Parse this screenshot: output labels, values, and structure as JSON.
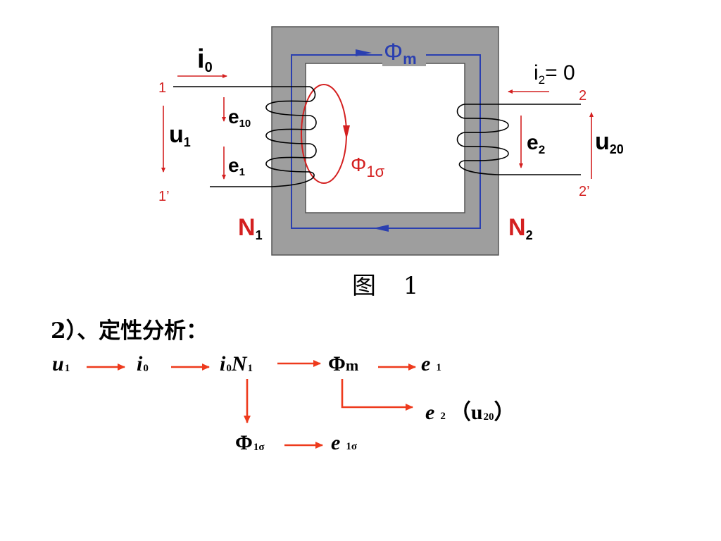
{
  "figure": {
    "i0": "i",
    "i0_sub": "0",
    "i2": "i",
    "i2_sub": "2",
    "i2_eq": "= 0",
    "phi_m": "Φ",
    "phi_m_sub": "m",
    "u1": "u",
    "u1_sub": "1",
    "e10": "e",
    "e10_sub": "10",
    "e1": "e",
    "e1_sub": "1",
    "phi_1s": "Φ",
    "phi_1s_sub": "1σ",
    "e2": "e",
    "e2_sub": "2",
    "u20": "u",
    "u20_sub": "20",
    "term_1": "1",
    "term_1p": "1’",
    "term_2": "2",
    "term_2p": "2’",
    "n1": "N",
    "n1_sub": "1",
    "n2": "N",
    "n2_sub": "2",
    "caption": "图 1"
  },
  "heading": "2）、定性分析：",
  "flow": {
    "u1": "u",
    "u1_sub": "1",
    "i0": "i",
    "i0_sub": "0",
    "i0n1_i": "i",
    "i0n1_i_sub": "0",
    "i0n1_n": "N",
    "i0n1_n_sub": "1",
    "phim": "Φ",
    "phim_sub": "m",
    "e1": "e",
    "e1_sub": "1",
    "e2": "e",
    "e2_sub": "2",
    "e2_paren": "（u",
    "e2_paren_sub": "20",
    "e2_close": "）",
    "phi1s": "Φ",
    "phi1s_sub": "1σ",
    "e1s": "e",
    "e1s_sub": "1σ"
  },
  "colors": {
    "red": "#d42020",
    "blue": "#2a3fb0",
    "core": "#9e9e9e",
    "arrow": "#ee3a1c"
  }
}
